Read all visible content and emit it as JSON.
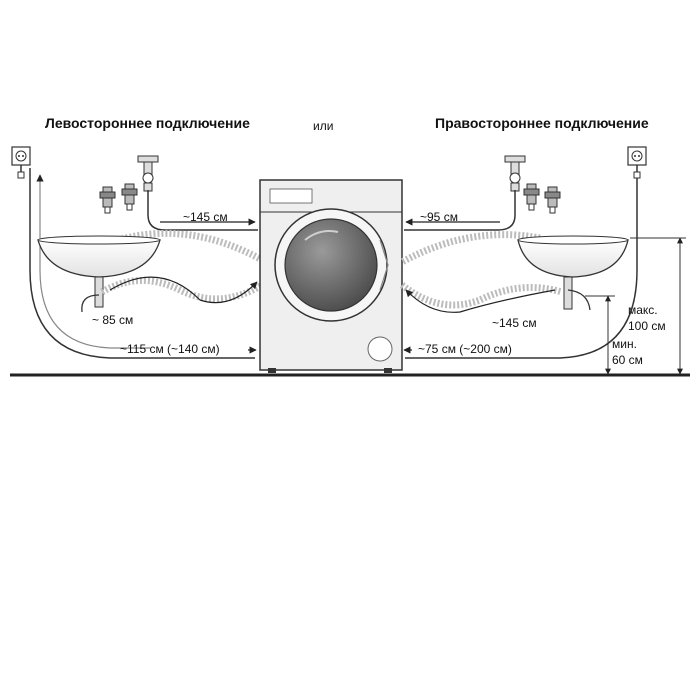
{
  "titles": {
    "left": "Левостороннее подключение",
    "or": "или",
    "right": "Правостороннее подключение"
  },
  "labels": {
    "left_inlet": "~145 см",
    "left_drain": "~ 85 см",
    "left_power": "~115 см (~140 см)",
    "right_inlet": "~95 см",
    "right_drain": "~145 см",
    "right_power": "~75 см (~200 см)",
    "max_line1": "макс.",
    "max_line2": "100 см",
    "min_line1": "мин.",
    "min_line2": "60 см"
  },
  "icons": [
    "socket-icon",
    "water-tap-icon",
    "aquastop-valve-icon",
    "washing-machine-icon",
    "sink-icon",
    "drain-siphon-icon"
  ],
  "colors": {
    "line": "#333333",
    "hose_fill": "#d9d9d9",
    "machine_fill": "#efefef",
    "drum_dark": "#6f6f6f",
    "floor": "#222222"
  }
}
